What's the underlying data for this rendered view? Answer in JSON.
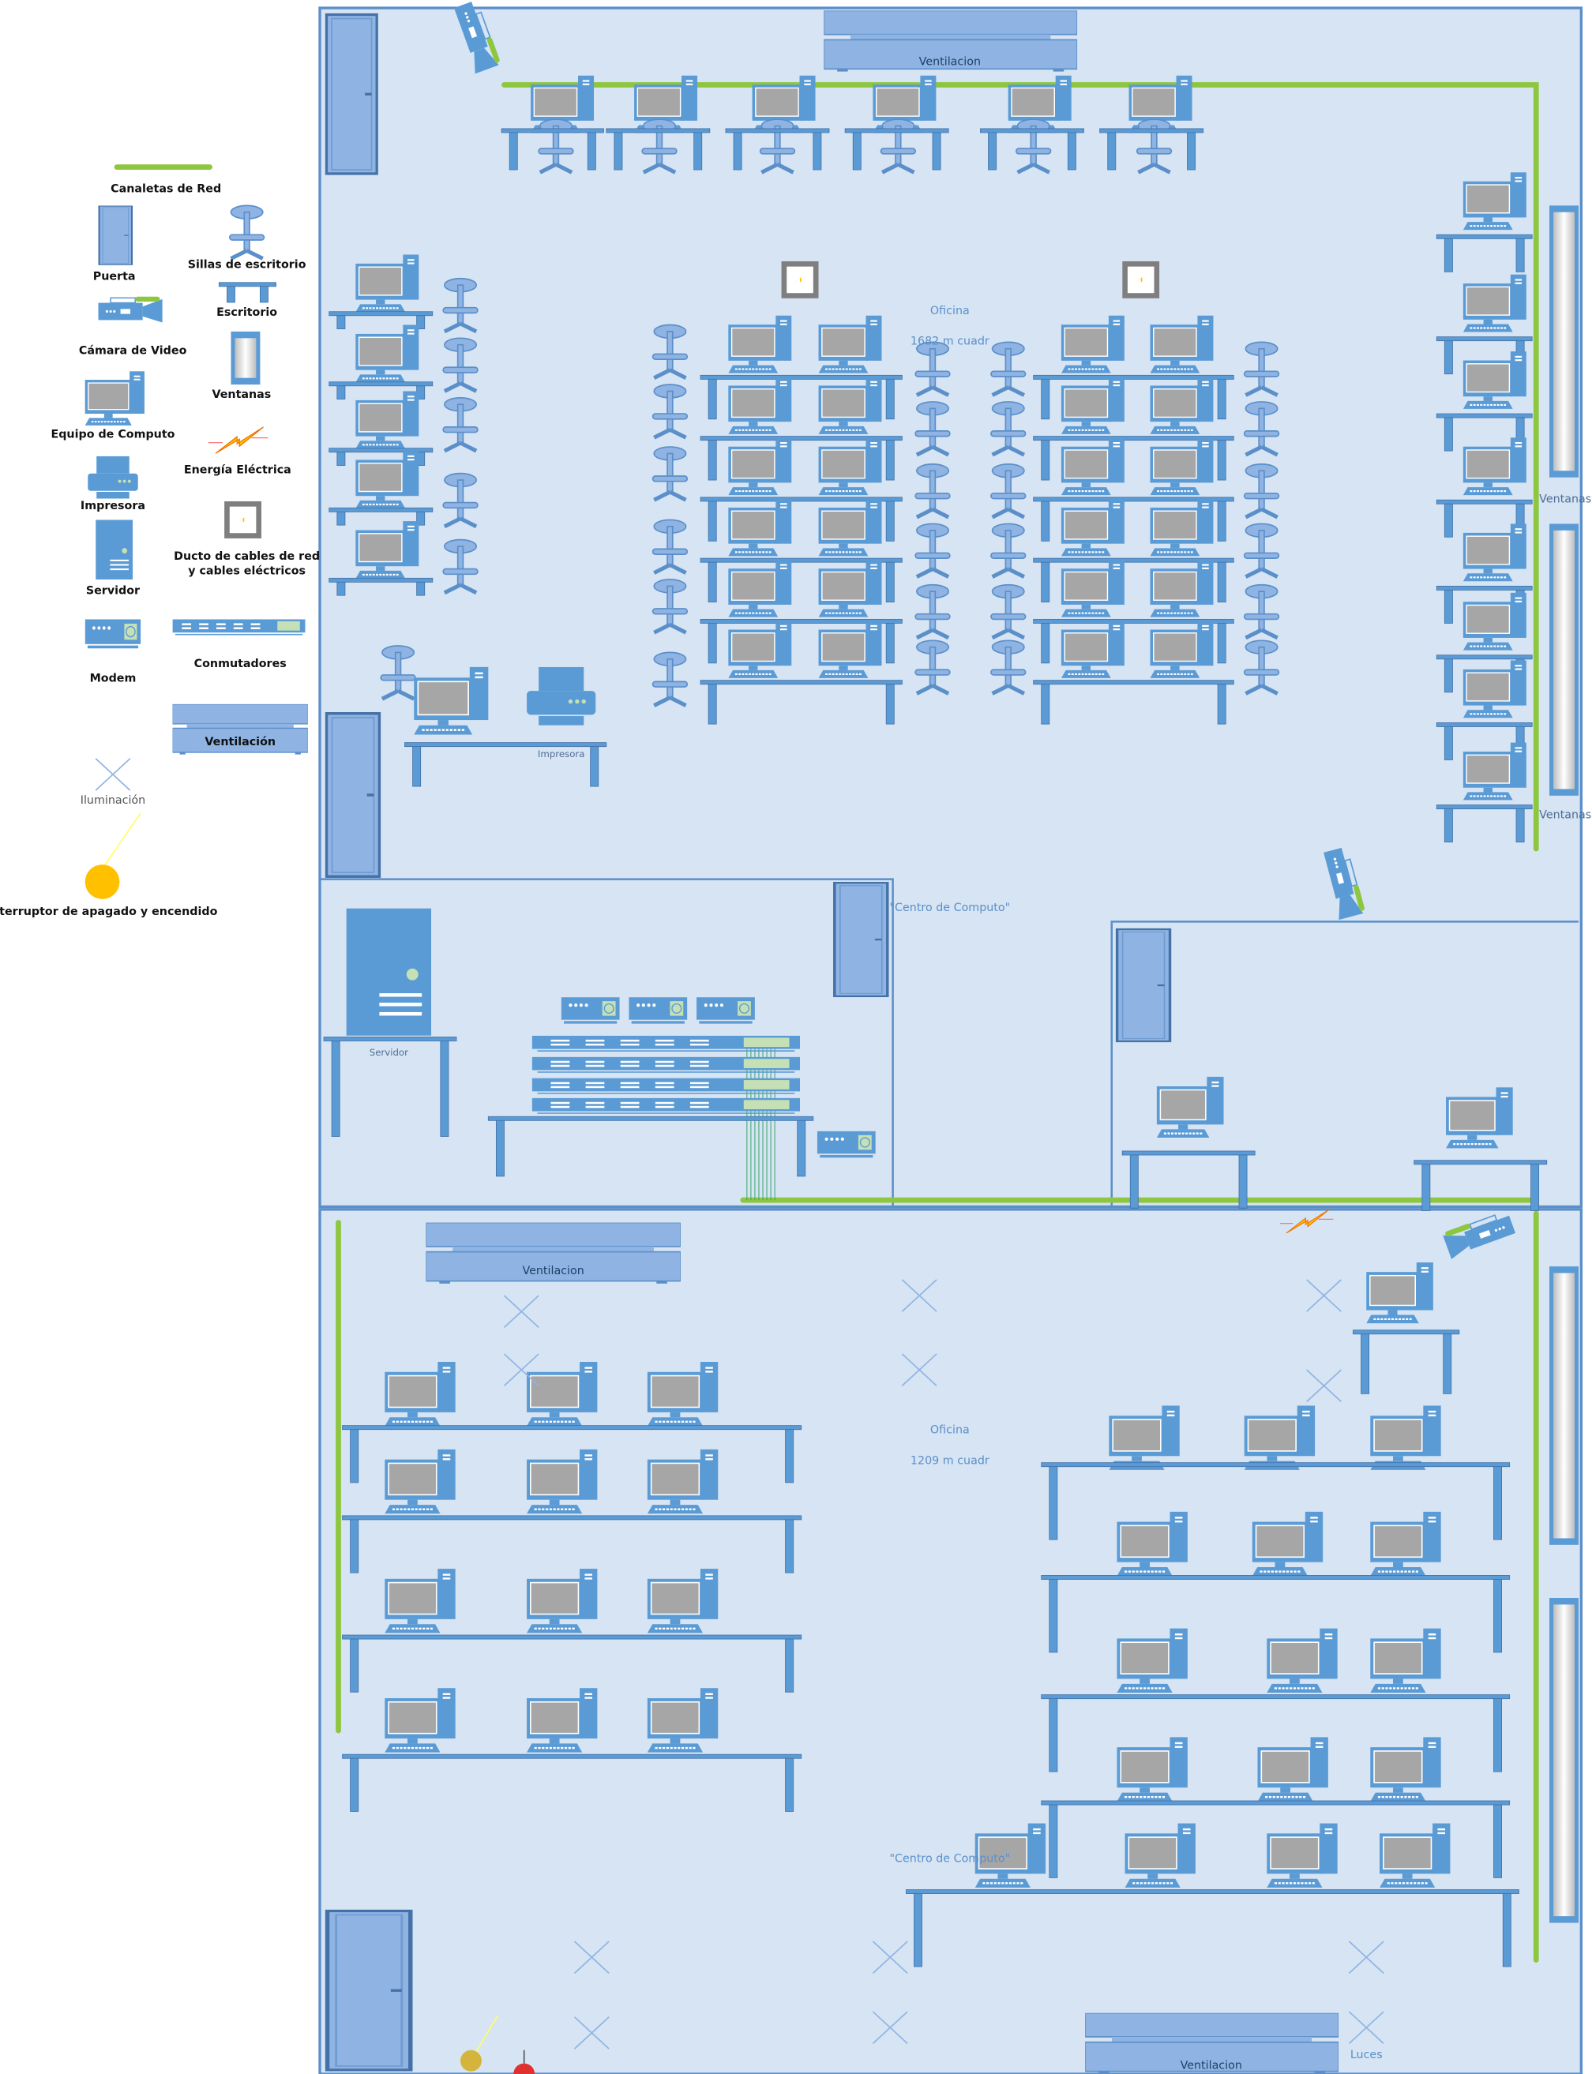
{
  "legend": {
    "cable": "Canaletas de Red",
    "door": "Puerta",
    "chair": "Sillas de escritorio",
    "desk": "Escritorio",
    "camera": "Cámara de Video",
    "window": "Ventanas",
    "computer": "Equipo de Computo",
    "energy": "Energía Eléctrica",
    "printer": "Impresora",
    "duct_line1": "Ducto de cables de red",
    "duct_line2": "y cables eléctricos",
    "server": "Servidor",
    "switches": "Conmutadores",
    "modem": "Modem",
    "ventilation": "Ventilación",
    "lighting": "Iluminación",
    "light_switch": "Interruptor de apagado y encendido"
  },
  "plan": {
    "upper_office": {
      "name": "Oficina",
      "area": "1682 m cuadr"
    },
    "upper_computing_center": "\"Centro de Computo\"",
    "lower_office": {
      "name": "Oficina",
      "area": "1209 m cuadr"
    },
    "lower_computing_center": "\"Centro de Computo\"",
    "ventilation_top": "Ventilacion",
    "ventilation_lower": "Ventilacion",
    "ventilation_bottom": "Ventilacion",
    "windows_1": "Ventanas",
    "windows_2": "Ventanas",
    "server_label": "Servidor",
    "printer_label": "Impresora",
    "lights_label": "Luces"
  },
  "colors": {
    "room_fill": "#d6e4f3",
    "wall": "#5b8fc9",
    "icon": "#5b9bd5",
    "cable": "#8dc63f",
    "screen": "#a6a6a6",
    "switch_on": "#ffc000"
  }
}
